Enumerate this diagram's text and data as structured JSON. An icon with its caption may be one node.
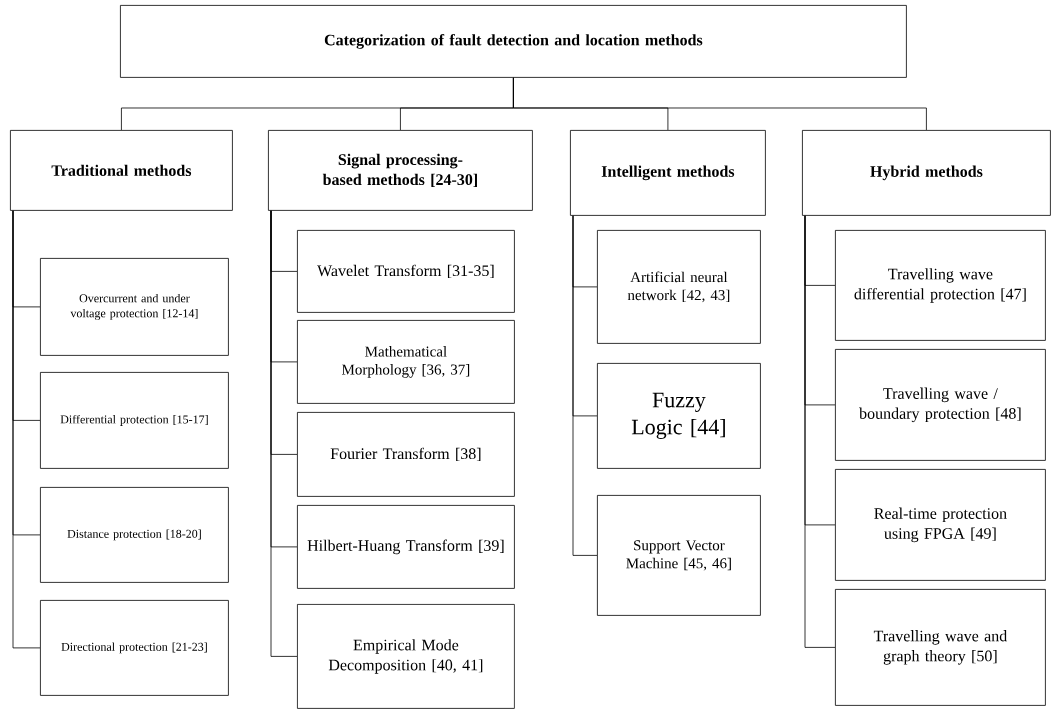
{
  "diagram": {
    "nodes": [
      {
        "text": [
          "Categorization of fault detection and location methods"
        ]
      },
      {
        "text": [
          "Traditional methods"
        ]
      },
      {
        "text": [
          "Signal processing-based methods [24-30]"
        ]
      },
      {
        "text": [
          "Intelligent methods"
        ]
      },
      {
        "text": [
          "Hybrid methods"
        ]
      },
      {
        "text": [
          "Overcurrent and under voltage protection [12-14]"
        ]
      },
      {
        "text": [
          "Differential protection [15-17]"
        ]
      },
      {
        "text": [
          "Distance protection [18-20]"
        ]
      },
      {
        "text": [
          "Directional protection [21-23]"
        ]
      },
      {
        "text": [
          "Wavelet Transform [31-35]"
        ]
      },
      {
        "text": [
          "Mathematical Morphology [36, 37]"
        ]
      },
      {
        "text": [
          "Fourier Transform [38]"
        ]
      },
      {
        "text": [
          "Hilbert-Huang Transform [39]"
        ]
      },
      {
        "text": [
          "Empirical Mode Decomposition [40, 41]"
        ]
      },
      {
        "text": [
          "Artificial neural network [42, 43]"
        ]
      },
      {
        "text": [
          "Fuzzy Logic [44]"
        ]
      },
      {
        "text": [
          "Support Vector Machine [45, 46]"
        ]
      },
      {
        "text": [
          "Travelling wave differential protection [47]"
        ]
      },
      {
        "text": [
          "Travelling wave / boundary protection [48]"
        ]
      },
      {
        "text": [
          "Real-time protection using FPGA [49]"
        ]
      },
      {
        "text": [
          "Travelling wave and graph theory [50]"
        ]
      }
    ],
    "edges": [
      {
        "from": 0,
        "to": 1,
        "arrow": "none"
      },
      {
        "from": 0,
        "to": 2,
        "arrow": "none"
      },
      {
        "from": 0,
        "to": 3,
        "arrow": "none"
      },
      {
        "from": 0,
        "to": 4,
        "arrow": "none"
      },
      {
        "from": 1,
        "to": 5,
        "arrow": "none"
      },
      {
        "from": 1,
        "to": 6,
        "arrow": "none"
      },
      {
        "from": 1,
        "to": 7,
        "arrow": "none"
      },
      {
        "from": 1,
        "to": 8,
        "arrow": "none"
      },
      {
        "from": 2,
        "to": 9,
        "arrow": "none"
      },
      {
        "from": 2,
        "to": 10,
        "arrow": "none"
      },
      {
        "from": 2,
        "to": 11,
        "arrow": "none"
      },
      {
        "from": 2,
        "to": 12,
        "arrow": "none"
      },
      {
        "from": 2,
        "to": 13,
        "arrow": "none"
      },
      {
        "from": 3,
        "to": 14,
        "arrow": "none"
      },
      {
        "from": 3,
        "to": 15,
        "arrow": "none"
      },
      {
        "from": 3,
        "to": 16,
        "arrow": "none"
      },
      {
        "from": 4,
        "to": 17,
        "arrow": "none"
      },
      {
        "from": 4,
        "to": 18,
        "arrow": "none"
      },
      {
        "from": 4,
        "to": 19,
        "arrow": "none"
      },
      {
        "from": 4,
        "to": 20,
        "arrow": "none"
      }
    ]
  }
}
